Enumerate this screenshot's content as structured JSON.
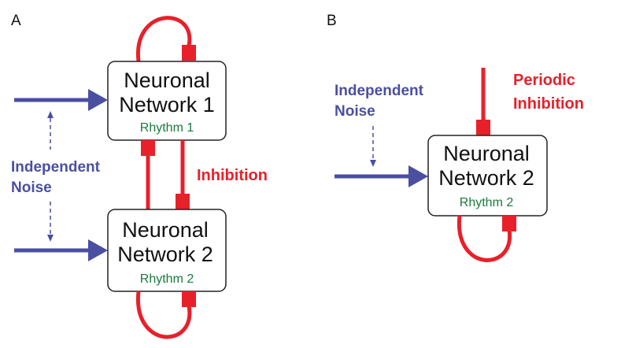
{
  "colors": {
    "inhibition": "#e8202a",
    "noise": "#4b4fa1",
    "rhythm": "#1a7a3c",
    "box_border": "#222222"
  },
  "panel_a": {
    "label": "A",
    "network1": {
      "line1": "Neuronal",
      "line2": "Network 1",
      "rhythm": "Rhythm 1"
    },
    "network2": {
      "line1": "Neuronal",
      "line2": "Network 2",
      "rhythm": "Rhythm 2"
    },
    "noise_label": {
      "line1": "Independent",
      "line2": "Noise"
    },
    "inhibition_label": "Inhibition"
  },
  "panel_b": {
    "label": "B",
    "network": {
      "line1": "Neuronal",
      "line2": "Network 2",
      "rhythm": "Rhythm 2"
    },
    "noise_label": {
      "line1": "Independent",
      "line2": "Noise"
    },
    "inhibition_label": {
      "line1": "Periodic",
      "line2": "Inhibition"
    }
  }
}
